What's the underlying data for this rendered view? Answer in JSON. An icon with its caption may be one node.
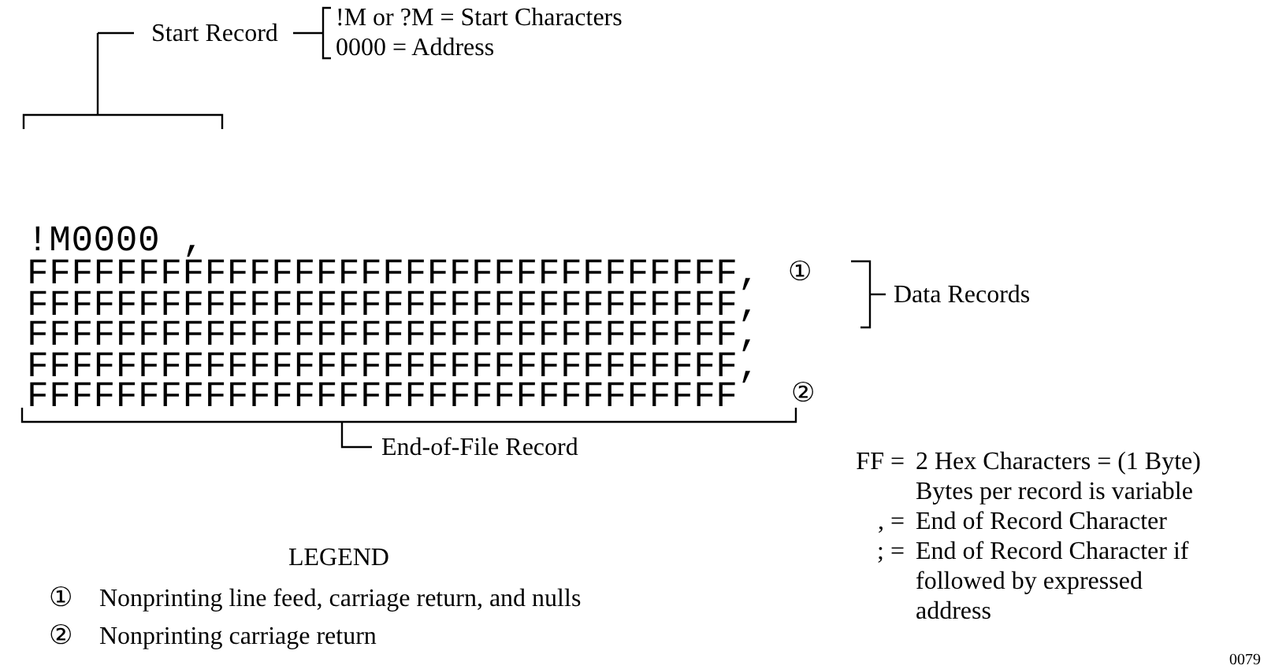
{
  "diagram": {
    "labels": [
      "Start Record",
      "!M or ?M = Start Characters",
      "0000 = Address",
      "!M0000 ,",
      "FFFFFFFFFFFFFFFFFFFFFFFFFFFFFFFF,",
      "①",
      "FFFFFFFFFFFFFFFFFFFFFFFFFFFFFFFF,",
      "FFFFFFFFFFFFFFFFFFFFFFFFFFFFFFFF,",
      "FFFFFFFFFFFFFFFFFFFFFFFFFFFFFFFF,",
      "Data Records",
      "FFFFFFFFFFFFFFFFFFFFFFFFFFFFFFFF",
      "②",
      "End-of-File Record",
      "FF =",
      "2 Hex Characters = (1 Byte)",
      "Bytes per record is variable",
      ", =",
      "End of Record Character",
      "; =",
      "End of Record Character if followed by expressed address",
      "LEGEND",
      "①",
      "②",
      "0079"
    ],
    "legend": [
      {
        "text": "Nonprinting line feed, carriage return, and nulls"
      },
      {
        "text": "Nonprinting carriage return"
      }
    ]
  }
}
